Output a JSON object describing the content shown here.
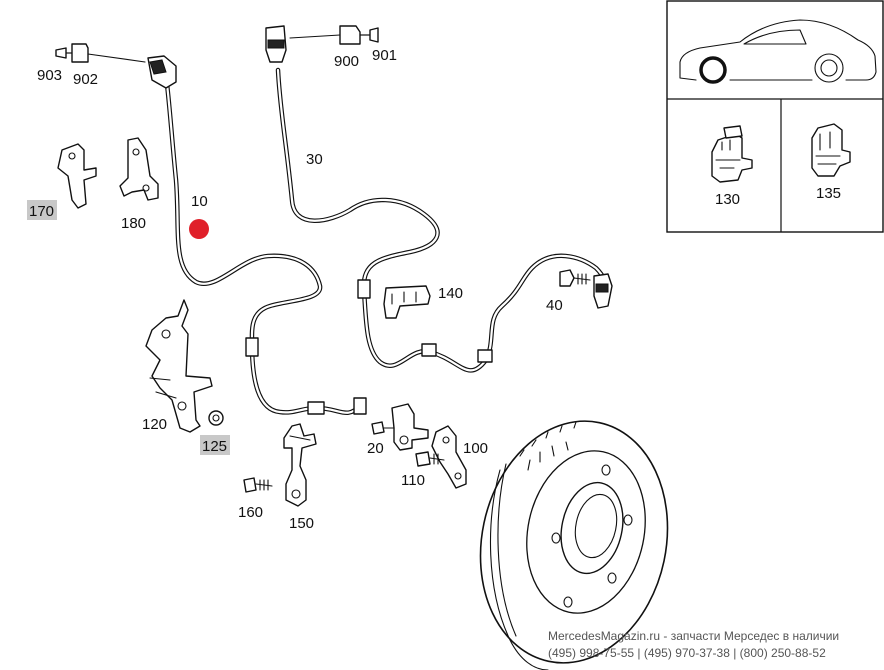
{
  "callouts": {
    "p10": "10",
    "p20": "20",
    "p30": "30",
    "p40": "40",
    "p100": "100",
    "p110": "110",
    "p120": "120",
    "p125": "125",
    "p130": "130",
    "p135": "135",
    "p140": "140",
    "p150": "150",
    "p160": "160",
    "p170": "170",
    "p180": "180",
    "p900": "900",
    "p901": "901",
    "p902": "902",
    "p903": "903"
  },
  "highlighted_parts": [
    "125",
    "170"
  ],
  "selected_marker_color": "#e0202a",
  "highlight_color": "#c8c8c8",
  "footer": {
    "line1": "MercedesMagazin.ru - запчасти Мерседес в наличии",
    "line2": "(495) 998-75-55  |  (495) 970-37-38  |  (800) 250-88-52"
  }
}
